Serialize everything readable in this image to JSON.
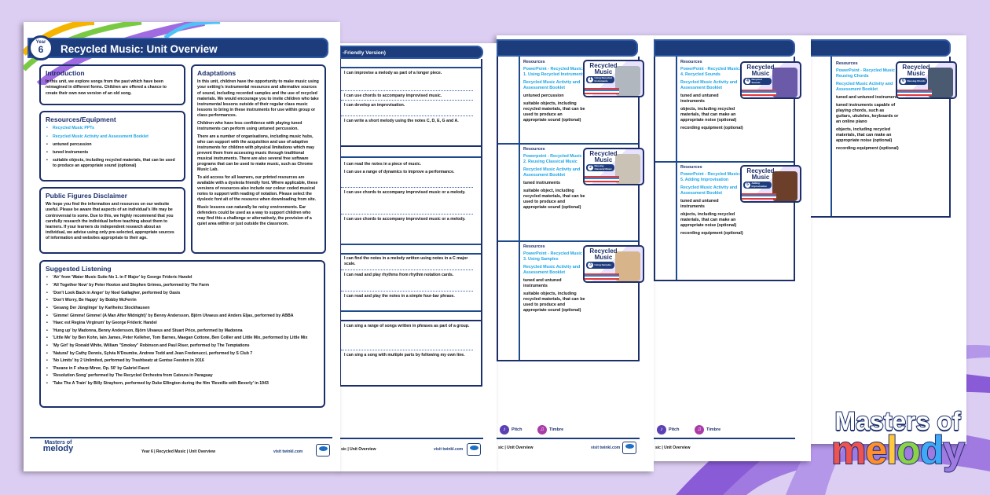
{
  "overview": {
    "year_label": "Year",
    "year_number": "6",
    "title": "Recycled Music: Unit Overview",
    "introduction": {
      "heading": "Introduction",
      "text": "In this unit, we explore songs from the past which have been reimagined in different forms. Children are offered a chance to create their own new version of an old song."
    },
    "resources": {
      "heading": "Resources/Equipment",
      "items": [
        {
          "text": "Recycled Music PPTs",
          "link": true
        },
        {
          "text": "Recycled Music Activity and Assessment Booklet",
          "link": true
        },
        {
          "text": "untuned percussion",
          "link": false
        },
        {
          "text": "tuned instruments",
          "link": false
        },
        {
          "text": "suitable objects, including recycled materials, that can be used to produce an appropriate sound (optional)",
          "link": false
        }
      ]
    },
    "disclaimer": {
      "heading": "Public Figures Disclaimer",
      "text": "We hope you find the information and resources on our website useful. Please be aware that aspects of an individual's life may be controversial to some. Due to this, we highly recommend that you carefully research the individual before teaching about them to learners. If your learners do independent research about an individual, we advise using only pre-selected, appropriate sources of information and websites appropriate to their age."
    },
    "adaptations": {
      "heading": "Adaptations",
      "paragraphs": [
        "In this unit, children have the opportunity to make music using your setting's instrumental resources and alternative sources of sound, including recorded samples and the use of recycled materials. We would encourage you to invite children who take instrumental lessons outside of their regular class music lessons to bring in these instruments for use within group or class performances.",
        "Children who have less confidence with playing tuned instruments can perform using untuned percussion.",
        "There are a number of organisations, including music hubs, who can support with the acquisition and use of adaptive instruments for children with physical limitations which may prevent them from accessing music through traditional musical instruments. There are also several free software programs that can be used to make music, such as Chrome Music Lab.",
        "To aid access for all learners, our printed resources are available with a dyslexia friendly font. Where applicable, these versions of resources also include our colour coded musical notes to support with reading of notation. Please select the dyslexic font alt of the resource when downloading from site.",
        "Music lessons can naturally be noisy environments. Ear defenders could be used as a way to support children who may find this a challenge or alternatively, the provision of a quiet area within or just outside the classroom."
      ]
    },
    "listening": {
      "heading": "Suggested Listening",
      "items": [
        "'Air' from 'Water Music Suite No 1. in F Major' by George Frideric Handel",
        "'All Together Now' by Peter Hooton and Stephen Grimes, performed by The Farm",
        "'Don't Look Back in Anger' by Noel Gallagher, performed by Oasis",
        "'Don't Worry, Be Happy' by Bobby McFerrin",
        "'Gesang Der Jünglinge' by Karlheinz Stockhausen",
        "'Gimme! Gimme! Gimme! (A Man After Midnight)' by Benny Andersson, Björn Ulvaeus and Anders Eljas, performed by ABBA",
        "'Haec est Regina Virginum' by George Frideric Handel",
        "'Hung up' by Madonna, Benny Andersson, Björn Ulvaeus and Stuart Price, performed by Madonna",
        "'Little Me' by Ben Kohn, Iain James, Peter Kelleher, Tom Barnes, Maegan Cottone, Ben Collier and Little Mix, performed by Little Mix",
        "'My Girl' by Ronald White, William \"Smokey\" Robinson and Paul Riser, performed by The Temptations",
        "'Natural' by Cathy Dennis, Sylvia N'Doumbe, Andrew Todd and Jean Fredenucci, performed by S Club 7",
        "'No Limits' by 2 Unlimited, performed by Trashbeatz at Gentse Feesten in 2016",
        "'Pavane in F sharp Minor, Op. 50' by Gabriel Fauré",
        "'Resolution Song' performed by The Recycled Orchestra from Cateura in Paraguay",
        "'Take The A Train' by Billy Strayhorn, performed by Duke Ellington during the film 'Reveille with Beverly' in 1943"
      ]
    },
    "footer": {
      "center": "Year 6 | Recycled Music | Unit Overview",
      "site": "visit twinkl.com"
    }
  },
  "page2": {
    "header": "-Friendly Version)",
    "statements": [
      "I can improvise a melody as part of a longer piece.",
      "I can use chords to accompany improvised music.",
      "I can develop an improvisation.",
      "I can write a short melody using the notes C, D, E, G and A.",
      "I can read the notes in a piece of music.",
      "I can use a range of dynamics to improve a performance.",
      "I can use chords to accompany improvised music or a melody.",
      "I can use chords to accompany improvised music or a melody.",
      "I can find the notes in a melody written using notes in a C major scale.",
      "I can read and play rhythms from rhythm notation cards.",
      "I can read and play the notes in a simple four-bar phrase.",
      "I can sing a range of songs written in phrases as part of a group.",
      "I can sing a song with multiple parts by following my own line."
    ],
    "footer": {
      "center": "sic | Unit Overview",
      "site": "visit twinkl.com"
    }
  },
  "lessons": [
    {
      "resources_label": "Resources",
      "ppt": "PowerPoint - Recycled Music: 1. Using Recycled Instruments",
      "booklet": "Recycled Music Activity and Assessment Booklet",
      "items": [
        "untuned percussion",
        "suitable objects, including recycled materials, that can be used to produce an appropriate sound (optional)"
      ],
      "thumb_title": "Recycled Music",
      "thumb_num": "1",
      "thumb_sub": "Using Recycled Instruments",
      "art_color": "#b0b7bf"
    },
    {
      "resources_label": "Resources",
      "ppt": "Powerpoint - Recycled Music 2. Reusing Classical Music",
      "booklet": "Recycled Music Activity and Assessment Booklet",
      "items": [
        "tuned instruments",
        "suitable object, including recycled materials, that can be used to produce and appropriate sound (optional)"
      ],
      "thumb_title": "Recycled Music",
      "thumb_num": "2",
      "thumb_sub": "Reusing Classical Music",
      "art_color": "#c9c2b5"
    },
    {
      "resources_label": "Resources",
      "ppt": "PowerPoint - Recycled Music 3. Using Samples",
      "booklet": "Recycled Music Activity and Assessment Booklet",
      "items": [
        "tuned and untuned instruments",
        "suitable objects, including recycled materials, that can be used to produce and appropriate sound (optional)"
      ],
      "thumb_title": "Recycled Music",
      "thumb_num": "3",
      "thumb_sub": "Using Samples",
      "art_color": "#d7b48a"
    },
    {
      "resources_label": "Resources",
      "ppt": "PowerPoint - Recycled Music: 4. Recycled Sounds",
      "booklet": "Recycled Music Activity and Assessment Booklet",
      "items": [
        "tuned and untuned instruments",
        "objects, including recycled materials, that can make an appropriate noise (optional)",
        "recording equipment (optional)"
      ],
      "thumb_title": "Recycled Music",
      "thumb_num": "4",
      "thumb_sub": "Recycled Sounds",
      "art_color": "#6a5aa8"
    },
    {
      "resources_label": "Resources",
      "ppt": "PowerPoint - Recycled Music: 5. Adding Improvisation",
      "booklet": "Recycled Music Activity and Assessment Booklet",
      "items": [
        "tuned and untuned instruments",
        "objects, including recycled materials, that can make an appropriate noise (optional)",
        "recording equipment (optional)"
      ],
      "thumb_title": "Recycled Music",
      "thumb_num": "5",
      "thumb_sub": "Adding Improvisation",
      "art_color": "#6b3f2a"
    },
    {
      "resources_label": "Resources",
      "ppt": "PowerPoint - Recycled Music 6. Reusing Chords",
      "booklet": "Recycled Music Activity and Assessment Booklet",
      "items": [
        "tuned and untuned instruments",
        "tuned instruments capable of playing chords, such as guitars, ukuleles, keyboards or an online piano",
        "objects, including recycled materials, that can make an appropriate noise (optional)",
        "recording equipment (optional)"
      ],
      "thumb_title": "Recycled Music",
      "thumb_num": "6",
      "thumb_sub": "Reusing Chords",
      "art_color": "#4a5a70"
    }
  ],
  "page3": {
    "legend": [
      {
        "label": "Pitch",
        "color": "#5b3fb5"
      },
      {
        "label": "Timbre",
        "color": "#a93ca8"
      }
    ],
    "footer": {
      "center": "sic | Unit Overview",
      "site": "visit twinkl.com"
    }
  },
  "page4": {
    "legend": [
      {
        "label": "Pitch",
        "color": "#5b3fb5"
      },
      {
        "label": "Timbre",
        "color": "#a93ca8"
      }
    ],
    "footer": {
      "center": "sic | Unit Overview"
    }
  },
  "brand": {
    "line1": "Masters of",
    "line2": "melody",
    "small_logo": "Masters of melody"
  }
}
